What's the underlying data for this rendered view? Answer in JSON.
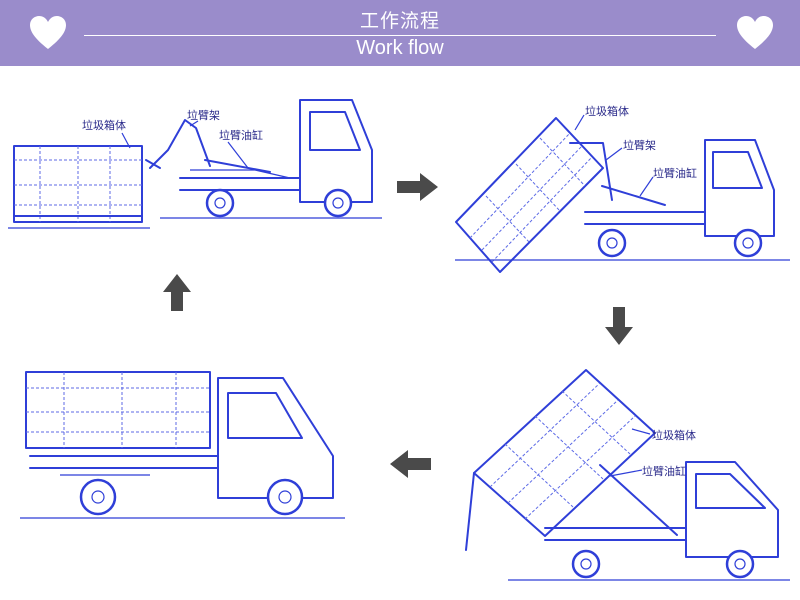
{
  "header": {
    "title_cn": "工作流程",
    "title_en": "Work flow"
  },
  "icons": {
    "left": "heart-icon",
    "right": "heart-icon",
    "arrows": [
      "arrow-right-icon",
      "arrow-down-icon",
      "arrow-left-icon",
      "arrow-up-icon"
    ]
  },
  "steps": [
    {
      "labels": {
        "box": "垃圾箱体",
        "arm": "垃臂架",
        "cylinder": "垃臂油缸"
      }
    },
    {
      "labels": {
        "box": "垃圾箱体",
        "arm": "垃臂架",
        "cylinder": "垃臂油缸"
      }
    },
    {
      "labels": {
        "box": "垃圾箱体",
        "cylinder": "垃臂油缸"
      }
    },
    {
      "labels": {}
    }
  ],
  "colors": {
    "header_bg": "#9a8ccb",
    "line": "#2f3fd8",
    "arrow": "#4a4a4a"
  }
}
